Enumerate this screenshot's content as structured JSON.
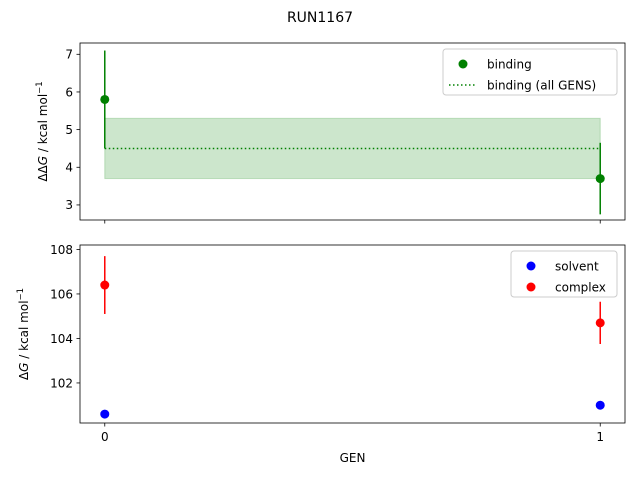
{
  "chart_data": [
    {
      "type": "scatter",
      "title": "RUN1167",
      "xlabel": "",
      "ylabel": "ΔΔG / kcal mol⁻¹",
      "ylabel_main": "ΔΔ",
      "ylabel_var": "G",
      "ylabel_unit": " / kcal mol",
      "ylabel_sup": "−1",
      "xlim": [
        -0.05,
        1.05
      ],
      "ylim": [
        2.6,
        7.3
      ],
      "xticks": [
        0,
        1
      ],
      "xtick_labels_shown": false,
      "yticks": [
        3,
        4,
        5,
        6,
        7
      ],
      "ytick_labels": [
        "3",
        "4",
        "5",
        "6",
        "7"
      ],
      "grid": false,
      "legend_position": "top-right",
      "series": [
        {
          "name": "binding",
          "kind": "errorbar",
          "color": "#008000",
          "x": [
            0,
            1
          ],
          "y": [
            5.8,
            3.7
          ],
          "err": [
            1.3,
            0.95
          ]
        },
        {
          "name": "binding (all GENS)",
          "kind": "hline-band",
          "color": "#008000",
          "band_color": "#008000",
          "x": [
            0,
            1
          ],
          "y": 4.5,
          "band": [
            3.7,
            5.3
          ]
        }
      ]
    },
    {
      "type": "scatter",
      "title": "",
      "xlabel": "GEN",
      "ylabel": "ΔG / kcal mol⁻¹",
      "ylabel_main": "Δ",
      "ylabel_var": "G",
      "ylabel_unit": " / kcal mol",
      "ylabel_sup": "−1",
      "xlim": [
        -0.05,
        1.05
      ],
      "ylim": [
        100.2,
        108.2
      ],
      "xticks": [
        0,
        1
      ],
      "xtick_labels": [
        "0",
        "1"
      ],
      "yticks": [
        102,
        104,
        106,
        108
      ],
      "ytick_labels": [
        "102",
        "104",
        "106",
        "108"
      ],
      "grid": false,
      "legend_position": "top-right",
      "series": [
        {
          "name": "solvent",
          "kind": "scatter",
          "color": "#0000ff",
          "x": [
            0,
            1
          ],
          "y": [
            100.6,
            101.0
          ]
        },
        {
          "name": "complex",
          "kind": "errorbar",
          "color": "#ff0000",
          "x": [
            0,
            1
          ],
          "y": [
            106.4,
            104.7
          ],
          "err": [
            1.3,
            0.95
          ]
        }
      ]
    }
  ]
}
